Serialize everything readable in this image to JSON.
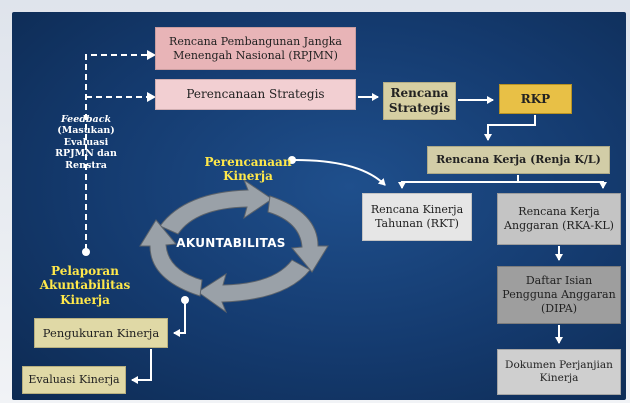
{
  "nodes": {
    "rpjmn": "Rencana Pembangunan Jangka Menengah Nasional (RPJMN)",
    "perencanaan_strategis": "Perencanaan Strategis",
    "rencana_strategis": "Rencana Strategis",
    "rkp": "RKP",
    "renja": "Rencana Kerja (Renja K/L)",
    "rkt": "Rencana Kinerja Tahunan (RKT)",
    "rkakl": "Rencana Kerja Anggaran (RKA-KL)",
    "dipa": "Daftar Isian Pengguna Anggaran (DIPA)",
    "dokumen": "Dokumen Perjanjian Kinerja",
    "pengukuran": "Pengukuran Kinerja",
    "evaluasi": "Evaluasi Kinerja"
  },
  "labels": {
    "perencanaan_kinerja": "Perencanaan Kinerja",
    "pelaporan": "Pelaporan Akuntabilitas Kinerja",
    "feedback_italic": "Feedback",
    "feedback_rest": "(Masukan) Evaluasi RPJMN dan Renstra",
    "akuntabilitas": "AKUNTABILITAS"
  },
  "colors": {
    "background": "#143a6e",
    "accent_label": "#ffe84a",
    "rkp": "#e8c046"
  }
}
